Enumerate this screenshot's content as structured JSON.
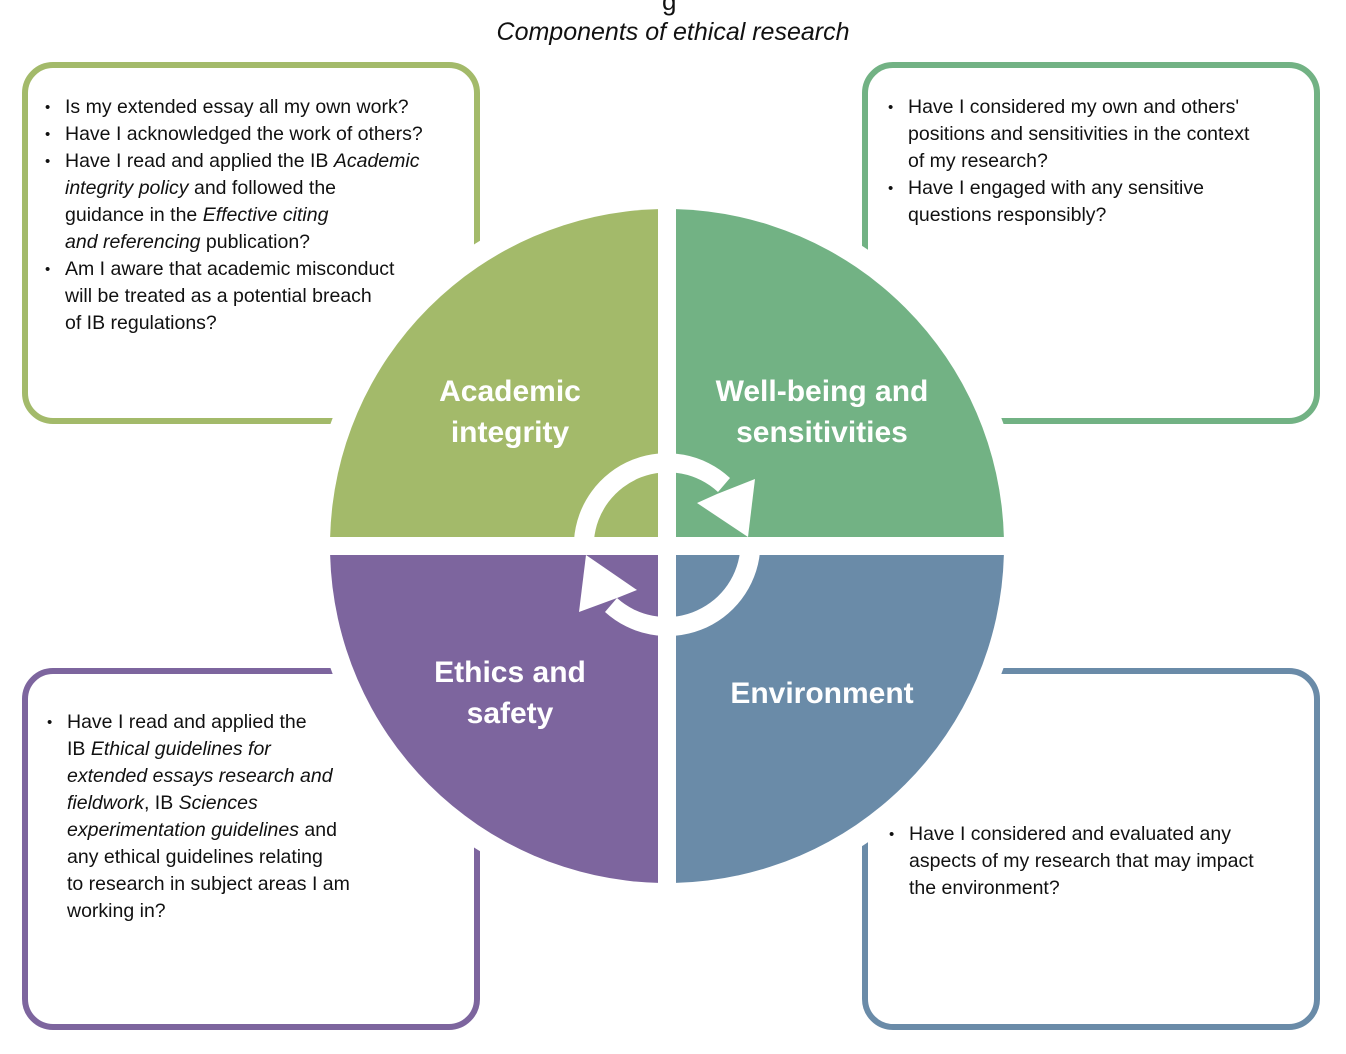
{
  "header": {
    "cut_glyph": "g",
    "title": "Components of ethical research"
  },
  "colors": {
    "academic": "#a3ba6a",
    "wellbeing": "#72b284",
    "ethics": "#7d659e",
    "environment": "#6a8ba8",
    "background": "#ffffff",
    "text": "#111111"
  },
  "quadrants": [
    {
      "id": "academic",
      "label_lines": [
        "Academic",
        "integrity"
      ]
    },
    {
      "id": "wellbeing",
      "label_lines": [
        "Well-being and",
        "sensitivities"
      ]
    },
    {
      "id": "ethics",
      "label_lines": [
        "Ethics and",
        "safety"
      ]
    },
    {
      "id": "environment",
      "label_lines": [
        "Environment"
      ]
    }
  ],
  "cycle_icon": "circular-arrows-icon",
  "boxes": {
    "academic": {
      "items": [
        [
          {
            "t": "Is my extended essay all my own work?"
          }
        ],
        [
          {
            "t": "Have I acknowledged the work of others?"
          }
        ],
        [
          {
            "t": "Have I read and applied the IB "
          },
          {
            "t": "Academic",
            "i": true
          },
          {
            "t": "\n"
          },
          {
            "t": "integrity policy",
            "i": true
          },
          {
            "t": " and followed the\nguidance in the "
          },
          {
            "t": "Effective citing",
            "i": true
          },
          {
            "t": "\n"
          },
          {
            "t": "and referencing",
            "i": true
          },
          {
            "t": " publication?"
          }
        ],
        [
          {
            "t": "Am I aware that academic misconduct\nwill be treated as a potential breach\nof IB regulations?"
          }
        ]
      ]
    },
    "wellbeing": {
      "items": [
        [
          {
            "t": "Have I considered my own and others'\npositions and sensitivities in the context\nof my research?"
          }
        ],
        [
          {
            "t": "Have I engaged with any sensitive\nquestions responsibly?"
          }
        ]
      ]
    },
    "ethics": {
      "items": [
        [
          {
            "t": "Have I read and applied the\nIB "
          },
          {
            "t": "Ethical guidelines for\nextended essays research and\nfieldwork",
            "i": true
          },
          {
            "t": ", IB "
          },
          {
            "t": "Sciences\nexperimentation guidelines",
            "i": true
          },
          {
            "t": " and\nany ethical guidelines relating\nto research in subject areas I am\nworking in?"
          }
        ]
      ]
    },
    "environment": {
      "items": [
        [
          {
            "t": "Have I considered and evaluated any\naspects of my research that may impact\nthe environment?"
          }
        ]
      ]
    }
  },
  "bullet_char": "•"
}
